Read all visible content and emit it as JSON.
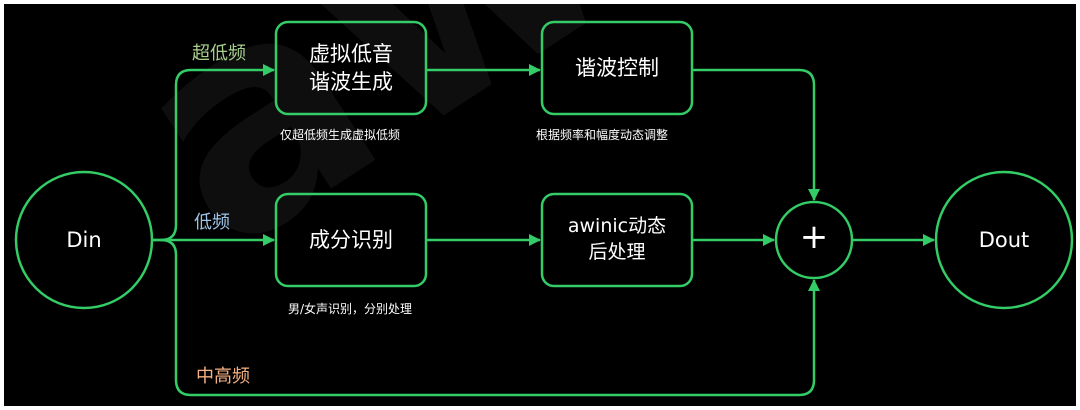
{
  "colors": {
    "background": "#000000",
    "line": "#33cc66",
    "label_super_low": "#a8d08d",
    "label_low": "#9dc3e6",
    "label_mid_high": "#f4b183"
  },
  "watermark": "awinic",
  "nodes": {
    "din": "Din",
    "dout": "Dout",
    "sum": "+",
    "virtual_bass": "虚拟低音\n谐波生成",
    "harmonic_control": "谐波控制",
    "component_id": "成分识别",
    "post_process": "awinic动态\n后处理"
  },
  "captions": {
    "virtual_bass": "仅超低频生成虚拟低频",
    "harmonic_control": "根据频率和幅度动态调整",
    "component_id": "男/女声识别，分别处理"
  },
  "branches": {
    "super_low": "超低频",
    "low": "低频",
    "mid_high": "中高频"
  }
}
